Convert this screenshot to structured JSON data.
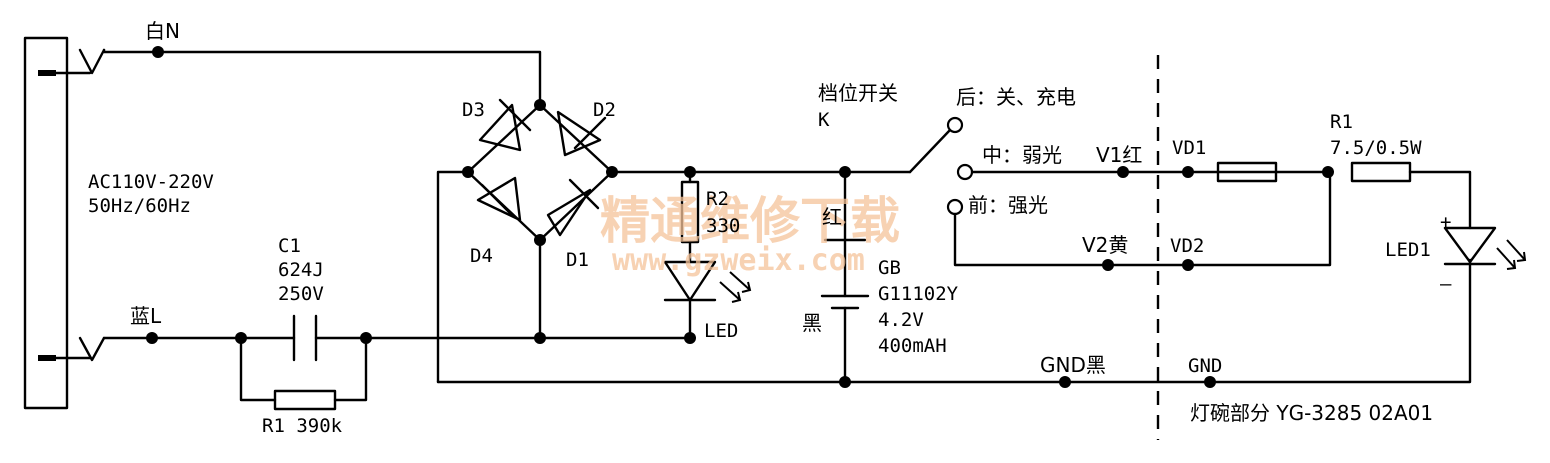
{
  "labels": {
    "wire_white_n": "白N",
    "wire_blue_l": "蓝L",
    "ac_input": "AC110V-220V",
    "ac_freq": "50Hz/60Hz",
    "c1_name": "C1",
    "c1_code": "624J",
    "c1_voltage": "250V",
    "r1_bleed": "R1 390k",
    "d1": "D1",
    "d2": "D2",
    "d3": "D3",
    "d4": "D4",
    "r2_name": "R2",
    "r2_value": "330",
    "led_charge": "LED",
    "red_mark": "红",
    "black_mark": "黑",
    "batt_name": "GB",
    "batt_model": "G11102Y",
    "batt_voltage": "4.2V",
    "batt_capacity": "400mAH",
    "switch_name": "档位开关",
    "switch_k": "K",
    "pos_rear": "后：关、充电",
    "pos_mid": "中：弱光",
    "pos_front": "前：强光",
    "v1_red": "V1红",
    "v2_yellow": "V2黄",
    "gnd_black": "GND黑",
    "vd1": "VD1",
    "vd2": "VD2",
    "r1_lamp_name": "R1",
    "r1_lamp_value": "7.5/0.5W",
    "led1": "LED1",
    "led1_plus": "+",
    "led1_minus": "–",
    "gnd": "GND",
    "lamp_part": "灯碗部分 YG-3285 02A01"
  },
  "watermark": {
    "cn": "精通维修下载",
    "url": "www.gzweix.com",
    "color": "#f5c39a"
  }
}
